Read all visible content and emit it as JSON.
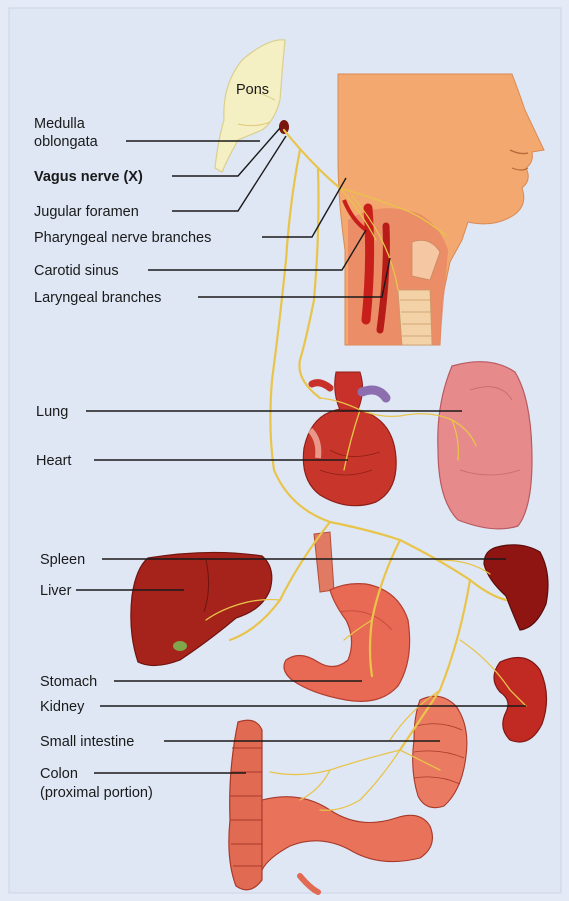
{
  "labels": {
    "pons": "Pons",
    "medulla_line1": "Medulla",
    "medulla_line2": "oblongata",
    "vagus": "Vagus nerve (X)",
    "jugular": "Jugular foramen",
    "pharyngeal": "Pharyngeal nerve branches",
    "carotid": "Carotid sinus",
    "laryngeal": "Laryngeal branches",
    "lung": "Lung",
    "heart": "Heart",
    "spleen": "Spleen",
    "liver": "Liver",
    "stomach": "Stomach",
    "kidney": "Kidney",
    "small_intestine": "Small intestine",
    "colon_line1": "Colon",
    "colon_line2": "(proximal portion)"
  },
  "colors": {
    "background": "#e4ebf7",
    "nerve": "#e8c44a",
    "organ_red": "#c8302a",
    "organ_pink": "#e8837a",
    "skin": "#f0a870"
  }
}
